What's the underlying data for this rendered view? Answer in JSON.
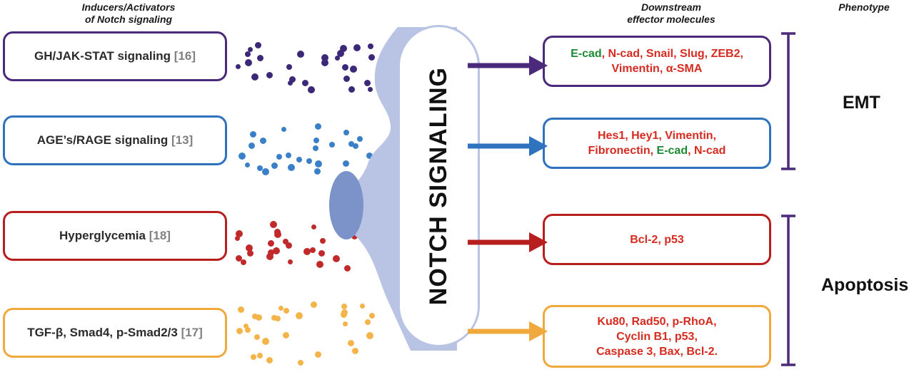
{
  "headers": {
    "inducers": "Inducers/Activators\nof Notch signaling",
    "downstream": "Downstream\neffector molecules",
    "phenotype": "Phenotype"
  },
  "center": {
    "label": "NOTCH SIGNALING",
    "cell_fill": "#b9c3e3",
    "nucleus_fill": "#7b93c9",
    "capsule_border": "#b9c3e3"
  },
  "pathways": [
    {
      "id": "gh-jak-stat",
      "color": "#4b2a7b",
      "inducer": "GH/JAK-STAT signaling",
      "reference": "[16]",
      "effectors": [
        {
          "text": "E-cad",
          "color": "green"
        },
        {
          "text": ", ",
          "color": "red"
        },
        {
          "text": "N-cad, Snail, Slug, ZEB2,",
          "color": "red"
        },
        {
          "text": "\n",
          "color": "red"
        },
        {
          "text": "Vimentin, α-SMA",
          "color": "red"
        }
      ],
      "effectors_plain": "E-cad, N-cad, Snail, Slug, ZEB2, Vimentin, α-SMA",
      "phenotype": "EMT"
    },
    {
      "id": "age-rage",
      "color": "#2f72bd",
      "inducer": "AGE’s/RAGE signaling",
      "reference": "[13]",
      "effectors": [
        {
          "text": "Hes1, Hey1, Vimentin,",
          "color": "red"
        },
        {
          "text": "\n",
          "color": "red"
        },
        {
          "text": "Fibronectin, ",
          "color": "red"
        },
        {
          "text": "E-cad",
          "color": "green"
        },
        {
          "text": ", N-cad",
          "color": "red"
        }
      ],
      "effectors_plain": "Hes1, Hey1, Vimentin, Fibronectin, E-cad, N-cad",
      "phenotype": "EMT"
    },
    {
      "id": "hyperglycemia",
      "color": "#b71f1f",
      "inducer": "Hyperglycemia",
      "reference": "[18]",
      "effectors": [
        {
          "text": "Bcl-2, p53",
          "color": "red"
        }
      ],
      "effectors_plain": "Bcl-2, p53",
      "phenotype": "Apoptosis"
    },
    {
      "id": "tgf-beta",
      "color": "#f0a93c",
      "inducer": "TGF-β, Smad4, p-Smad2/3",
      "reference": "[17]",
      "effectors": [
        {
          "text": "Ku80, Rad50, p-RhoA,",
          "color": "red"
        },
        {
          "text": "\n",
          "color": "red"
        },
        {
          "text": "Cyclin B1, p53,",
          "color": "red"
        },
        {
          "text": "\n",
          "color": "red"
        },
        {
          "text": "Caspase 3, Bax, Bcl-2.",
          "color": "red"
        }
      ],
      "effectors_plain": "Ku80, Rad50, p-RhoA, Cyclin B1, p53, Caspase 3, Bax, Bcl-2.",
      "phenotype": "Apoptosis"
    }
  ],
  "phenotypes": [
    {
      "label": "EMT",
      "bracket_color": "#4b2a7b"
    },
    {
      "label": "Apoptosis",
      "bracket_color": "#4b2a7b"
    }
  ],
  "ligand_dot_colors": [
    "#3b2878",
    "#3a80c8",
    "#c02a2a",
    "#f5b council"
  ]
}
